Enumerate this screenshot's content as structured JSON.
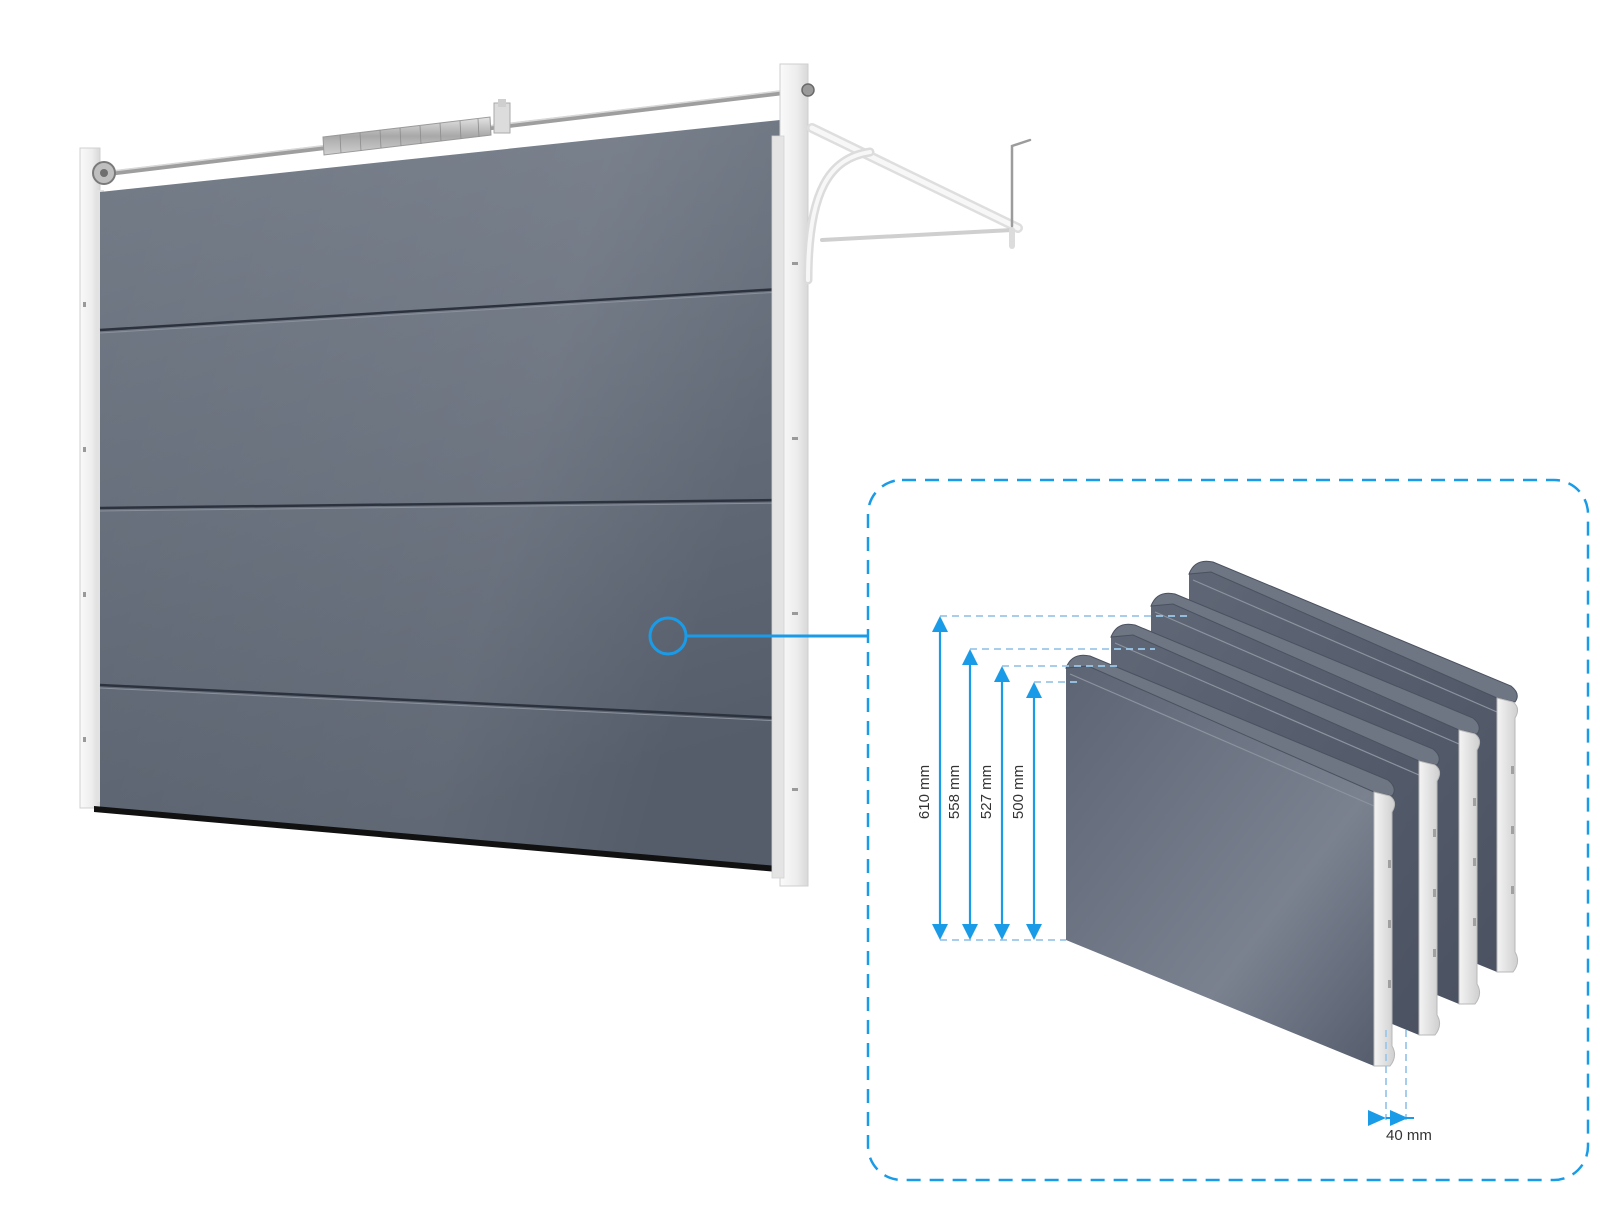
{
  "colors": {
    "accent": "#1a9be8",
    "panel_dark": "#545d6d",
    "panel_mid": "#69717e",
    "panel_light": "#7b838f",
    "frame": "#eeeeee",
    "helper_line": "#9cc8ea"
  },
  "dimensions": {
    "heights": [
      {
        "label": "610 mm",
        "value_mm": 610
      },
      {
        "label": "558 mm",
        "value_mm": 558
      },
      {
        "label": "527 mm",
        "value_mm": 527
      },
      {
        "label": "500 mm",
        "value_mm": 500
      }
    ],
    "thickness": {
      "label": "40 mm",
      "value_mm": 40
    }
  }
}
